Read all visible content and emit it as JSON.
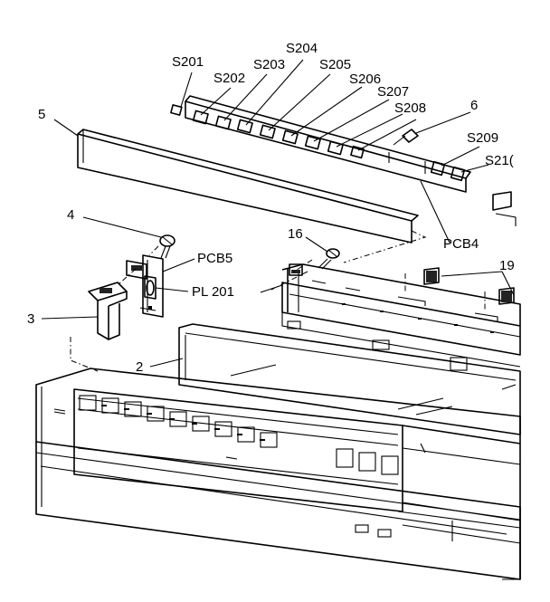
{
  "labels": {
    "s201": "S201",
    "s202": "S202",
    "s203": "S203",
    "s204": "S204",
    "s205": "S205",
    "s206": "S206",
    "s207": "S207",
    "s208": "S208",
    "n6": "6",
    "s209": "S209",
    "s210": "S21(",
    "n5": "5",
    "n4": "4",
    "n16": "16",
    "pcb4": "PCB4",
    "n19": "19",
    "pcb5": "PCB5",
    "pl201": "PL 201",
    "n3": "3",
    "n2": "2"
  }
}
